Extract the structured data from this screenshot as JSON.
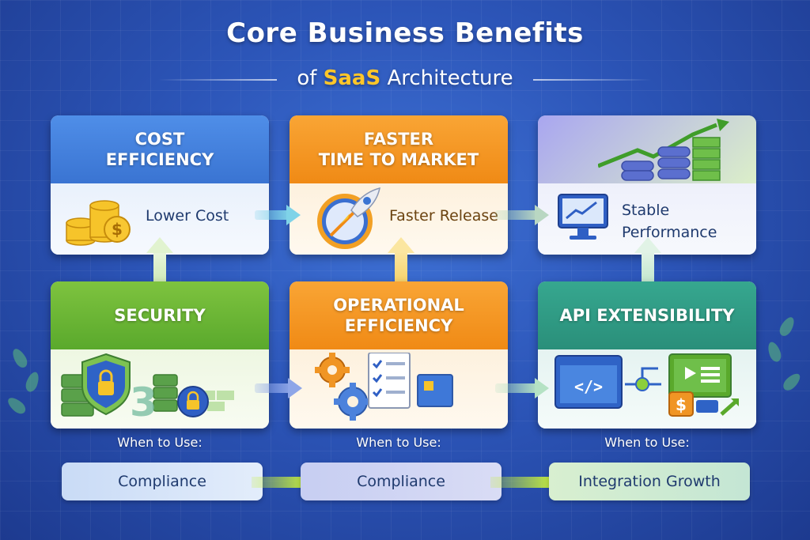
{
  "header": {
    "title": "Core Business Benefits",
    "subtitle_prefix": "of",
    "subtitle_accent": "SaaS",
    "subtitle_suffix": "Architecture"
  },
  "cards": {
    "cost": {
      "heading_line1": "COST",
      "heading_line2": "EFFICIENCY",
      "body": "Lower Cost",
      "color": "#3a74d2"
    },
    "faster": {
      "heading_line1": "FASTER",
      "heading_line2": "TIME TO MARKET",
      "body": "Faster Release",
      "color": "#f08a15"
    },
    "stable": {
      "body_line1": "Stable",
      "body_line2": "Performance",
      "color": "#a9a6f0"
    },
    "security": {
      "heading": "SECURITY",
      "color": "#5aa92c"
    },
    "operational": {
      "heading_line1": "OPERATIONAL",
      "heading_line2": "EFFICIENCY",
      "color": "#f08a15"
    },
    "api": {
      "heading": "API EXTENSIBILITY",
      "color": "#2a8f7a"
    }
  },
  "when_to_use": {
    "label": "When to Use:",
    "items": [
      "Compliance",
      "Compliance",
      "Integration Growth"
    ]
  },
  "icons": [
    "coins-icon",
    "rocket-compass-icon",
    "server-growth-icon",
    "monitor-chart-icon",
    "shield-lock-icon",
    "padlock-icon",
    "gears-icon",
    "checklist-icon",
    "code-window-icon",
    "play-screen-icon",
    "dollar-icon"
  ]
}
